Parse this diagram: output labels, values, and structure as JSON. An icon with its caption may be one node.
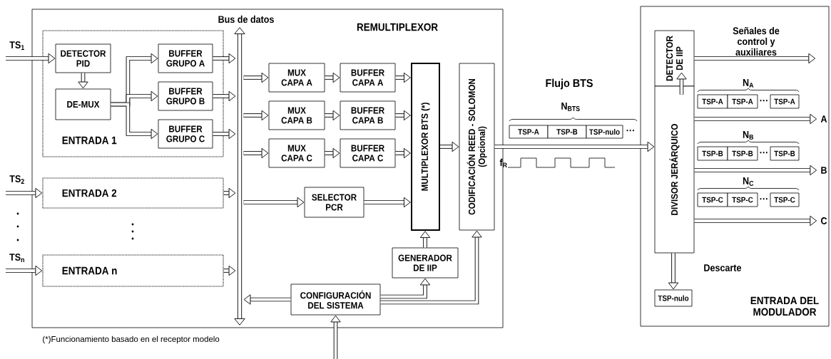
{
  "diagram": {
    "nodes": [
      {
        "text": [
          "REMULTIPLEXOR"
        ]
      },
      {
        "text": [
          "ENTRADA 1"
        ],
        "in": 0
      },
      {
        "text": [
          "DETECTOR PID"
        ],
        "in": 1
      },
      {
        "text": [
          "DE-MUX"
        ],
        "in": 1
      },
      {
        "text": [
          "BUFFER GRUPO A"
        ],
        "in": 1
      },
      {
        "text": [
          "BUFFER GRUPO B"
        ],
        "in": 1
      },
      {
        "text": [
          "BUFFER GRUPO C"
        ],
        "in": 1
      },
      {
        "text": [
          "ENTRADA 2"
        ],
        "in": 0
      },
      {
        "text": [
          "ENTRADA n"
        ],
        "in": 0
      },
      {
        "text": [
          "Bus de datos"
        ],
        "in": 0
      },
      {
        "text": [
          "MUX CAPA A"
        ],
        "in": 0
      },
      {
        "text": [
          "MUX CAPA B"
        ],
        "in": 0
      },
      {
        "text": [
          "MUX CAPA C"
        ],
        "in": 0
      },
      {
        "text": [
          "BUFFER CAPA A"
        ],
        "in": 0
      },
      {
        "text": [
          "BUFFER CAPA B"
        ],
        "in": 0
      },
      {
        "text": [
          "BUFFER CAPA C"
        ],
        "in": 0
      },
      {
        "text": [
          "MULTIPLEXOR BTS (*)"
        ],
        "in": 0
      },
      {
        "text": [
          "CODIFICACIÓN REED - SOLOMON",
          "(Opcional)"
        ],
        "in": 0
      },
      {
        "text": [
          "SELECTOR PCR"
        ],
        "in": 0
      },
      {
        "text": [
          "GENERADOR DE IIP"
        ],
        "in": 0
      },
      {
        "text": [
          "CONFIGURACIÓN DEL SISTEMA"
        ],
        "in": 0
      },
      {
        "text": [
          "ENTRADA DEL MODULADOR"
        ]
      },
      {
        "text": [
          "DETECTOR DE IIP"
        ],
        "in": 21
      },
      {
        "text": [
          "DIVISOR JERÁRQUICO"
        ],
        "in": 21
      },
      {
        "text": [
          "TSP-nulo"
        ],
        "in": 21
      },
      {
        "text": [
          "TSP-A"
        ]
      },
      {
        "text": [
          "TSP-B"
        ]
      },
      {
        "text": [
          "TSP-nulo"
        ]
      },
      {
        "text": [
          "TSP-A"
        ],
        "in": 21
      },
      {
        "text": [
          "TSP-A"
        ],
        "in": 21
      },
      {
        "text": [
          "TSP-A"
        ],
        "in": 21
      },
      {
        "text": [
          "TSP-B"
        ],
        "in": 21
      },
      {
        "text": [
          "TSP-B"
        ],
        "in": 21
      },
      {
        "text": [
          "TSP-B"
        ],
        "in": 21
      },
      {
        "text": [
          "TSP-C"
        ],
        "in": 21
      },
      {
        "text": [
          "TSP-C"
        ],
        "in": 21
      },
      {
        "text": [
          "TSP-C"
        ],
        "in": 21
      }
    ],
    "edges": [
      {
        "from": null,
        "to": 2,
        "arrow": "to",
        "label": "TS$_{1}$"
      },
      {
        "from": 2,
        "to": 3,
        "arrow": "to"
      },
      {
        "from": 3,
        "to": 4,
        "arrow": "to"
      },
      {
        "from": 3,
        "to": 5,
        "arrow": "to"
      },
      {
        "from": 3,
        "to": 6,
        "arrow": "to"
      },
      {
        "from": 4,
        "to": 9,
        "arrow": "to"
      },
      {
        "from": 5,
        "to": 9,
        "arrow": "to"
      },
      {
        "from": 6,
        "to": 9,
        "arrow": "to"
      },
      {
        "from": null,
        "to": 7,
        "arrow": "to",
        "label": "TS$_{2}$"
      },
      {
        "from": null,
        "to": 8,
        "arrow": "to",
        "label": "TS$_{n}$"
      },
      {
        "from": 7,
        "to": 9,
        "arrow": "to"
      },
      {
        "from": 8,
        "to": 9,
        "arrow": "to"
      },
      {
        "from": 9,
        "to": 10,
        "arrow": "to"
      },
      {
        "from": 9,
        "to": 11,
        "arrow": "to"
      },
      {
        "from": 9,
        "to": 12,
        "arrow": "to"
      },
      {
        "from": 9,
        "to": 18,
        "arrow": "to"
      },
      {
        "from": 10,
        "to": 13,
        "arrow": "to"
      },
      {
        "from": 11,
        "to": 14,
        "arrow": "to"
      },
      {
        "from": 12,
        "to": 15,
        "arrow": "to"
      },
      {
        "from": 13,
        "to": 16,
        "arrow": "to"
      },
      {
        "from": 14,
        "to": 16,
        "arrow": "to"
      },
      {
        "from": 15,
        "to": 16,
        "arrow": "to"
      },
      {
        "from": 18,
        "to": 16,
        "arrow": "to"
      },
      {
        "from": 16,
        "to": 17,
        "arrow": "to"
      },
      {
        "from": 19,
        "to": 16,
        "arrow": "to"
      },
      {
        "from": 20,
        "to": 9,
        "arrow": "to"
      },
      {
        "from": 20,
        "to": 19,
        "arrow": "to"
      },
      {
        "from": 20,
        "to": 17,
        "arrow": "to"
      },
      {
        "from": null,
        "to": 20,
        "arrow": "to"
      },
      {
        "from": 17,
        "to": 23,
        "arrow": "to"
      },
      {
        "from": 23,
        "to": 22,
        "arrow": "to"
      },
      {
        "from": 22,
        "to": null,
        "arrow": "to",
        "label": "Señales de control y auxiliares"
      },
      {
        "from": 23,
        "to": null,
        "arrow": "to",
        "label": "A"
      },
      {
        "from": 23,
        "to": null,
        "arrow": "to",
        "label": "B"
      },
      {
        "from": 23,
        "to": null,
        "arrow": "to",
        "label": "C"
      },
      {
        "from": 23,
        "to": 24,
        "arrow": "to",
        "label": "Descarte"
      }
    ],
    "labels": [
      "Flujo BTS",
      "N$_{BTS}$",
      "···",
      "f$_{R}$",
      "N$_{A}$",
      "···",
      "N$_{B}$",
      "···",
      "N$_{C}$",
      "···",
      "(*)Funcionamiento basado en el receptor modelo"
    ]
  }
}
